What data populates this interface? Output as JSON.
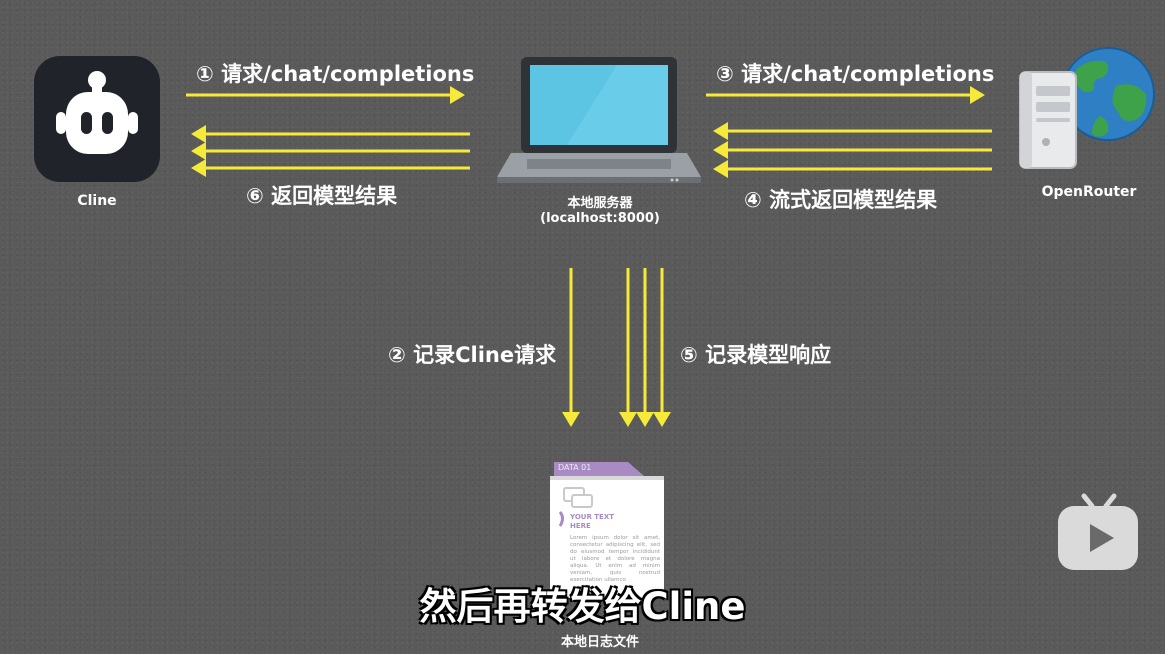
{
  "nodes": {
    "cline": "Cline",
    "server_name": "本地服务器",
    "server_host": "(localhost:8000)",
    "openrouter": "OpenRouter",
    "log_file": "本地日志文件"
  },
  "steps": {
    "s1": "① 请求/chat/completions",
    "s2": "② 记录Cline请求",
    "s3": "③ 请求/chat/completions",
    "s4": "④ 流式返回模型结果",
    "s5": "⑤ 记录模型响应",
    "s6": "⑥ 返回模型结果"
  },
  "document": {
    "tab": "DATA 01",
    "heading_line1": "YOUR TEXT",
    "heading_line2": "HERE",
    "body": "Lorem ipsum dolor sit amet, consectetur adipiscing elit, sed do eiusmod tempor incididunt ut labore et dolore magna aliqua. Ut enim ad minim veniam, quis nostrud exercitation ullamco"
  },
  "subtitle": "然后再转发给Cline",
  "colors": {
    "arrow": "#f5ea3a",
    "background": "#5a5a5a",
    "doc_accent": "#a98bc4"
  },
  "icons": {
    "cline": "cline-robot-icon",
    "server": "laptop-icon",
    "openrouter": "server-globe-icon",
    "log": "document-icon",
    "watermark": "play-tv-icon"
  }
}
